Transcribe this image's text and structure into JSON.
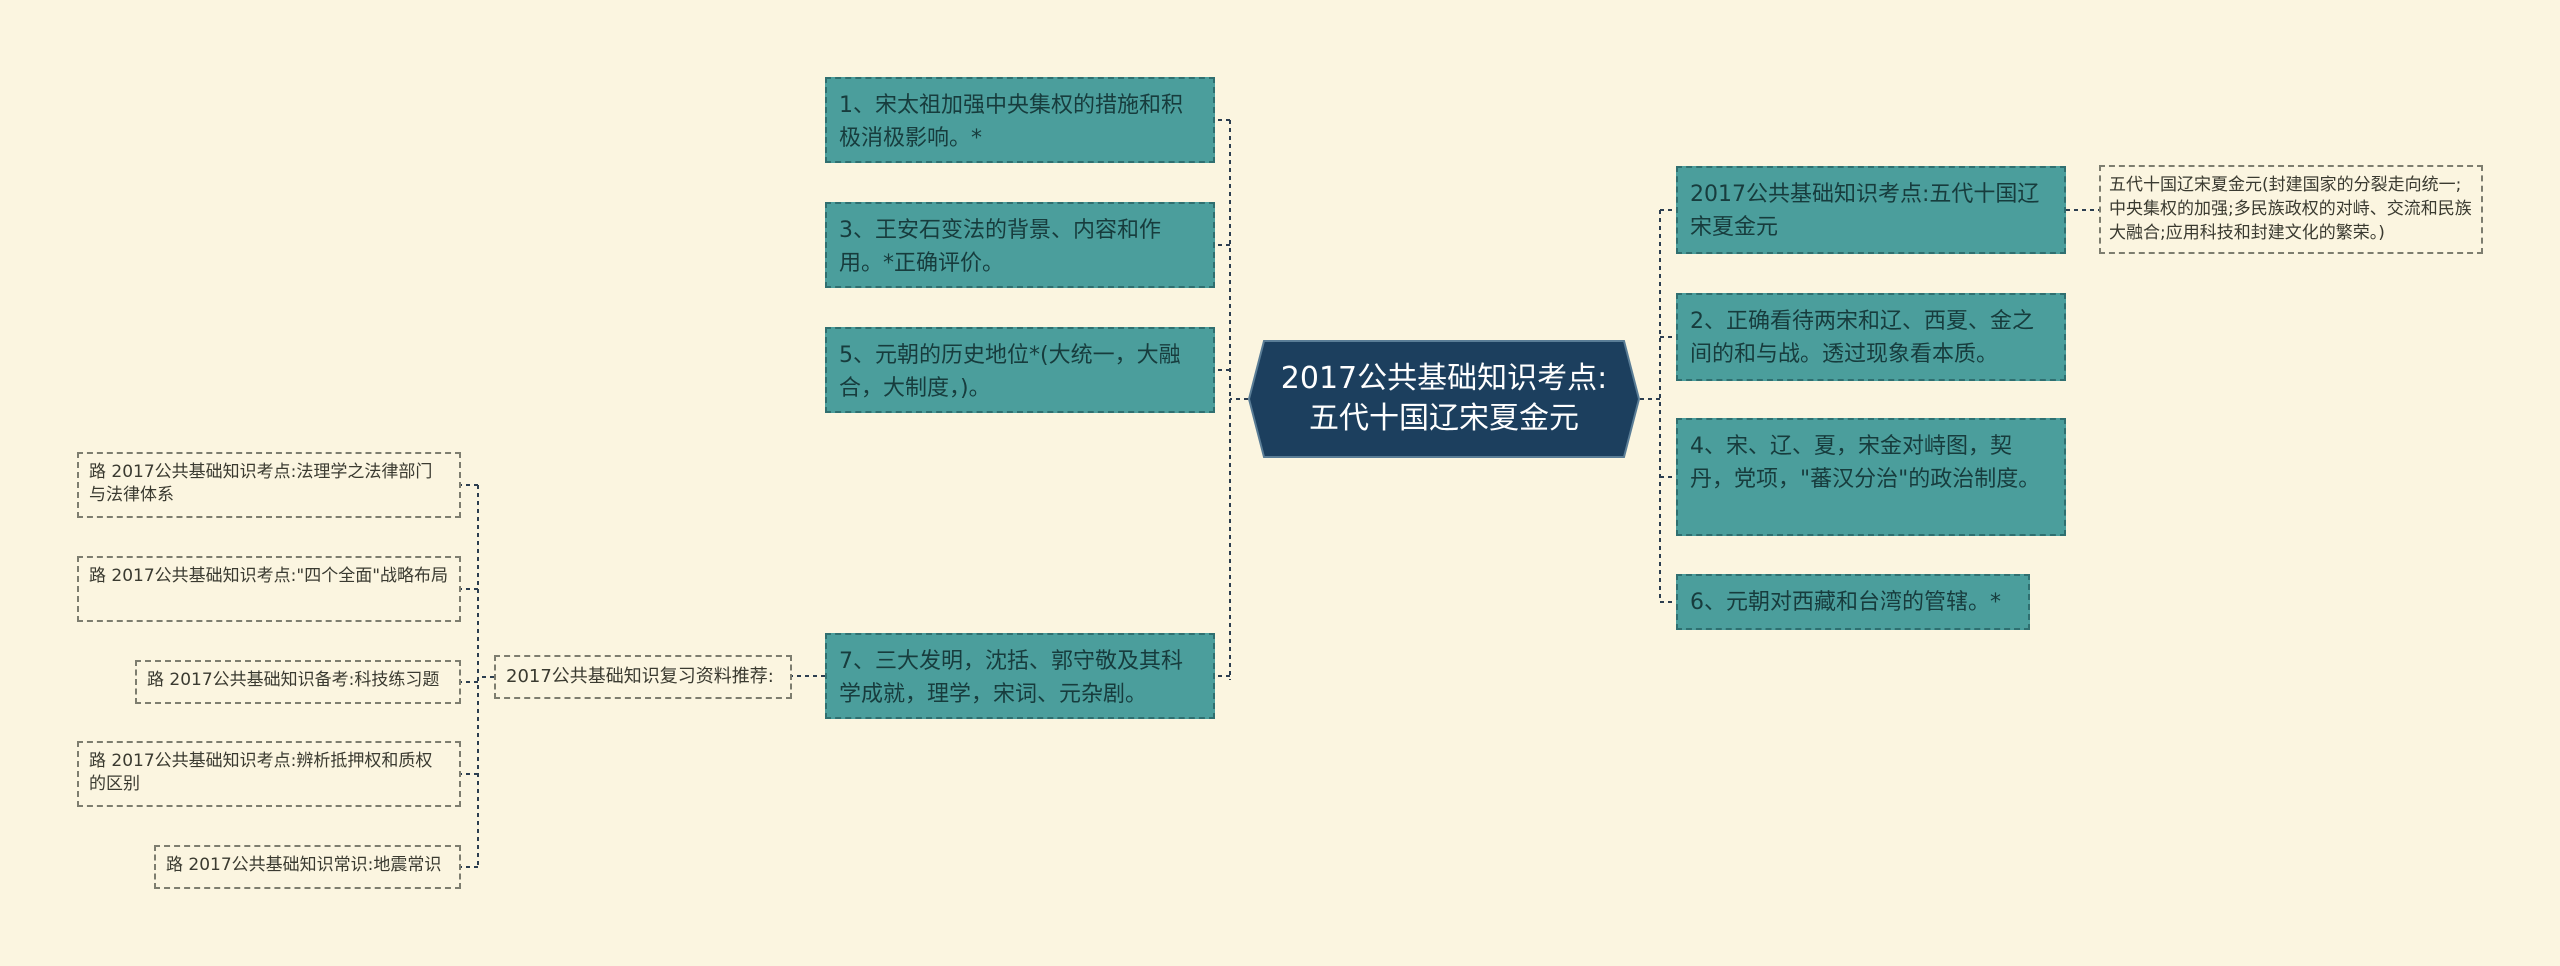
{
  "center": {
    "title": "2017公共基础知识考点:五代十国辽宋夏金元"
  },
  "left_nodes": [
    "1、宋太祖加强中央集权的措施和积极消极影响。*",
    "3、王安石变法的背景、内容和作用。*正确评价。",
    "5、元朝的历史地位*(大统一，大融合，大制度，)。",
    "7、三大发明，沈括、郭守敬及其科学成就，理学，宋词、元杂剧。"
  ],
  "right_nodes": [
    "2017公共基础知识考点:五代十国辽宋夏金元",
    "2、正确看待两宋和辽、西夏、金之间的和与战。透过现象看本质。",
    "4、宋、辽、夏，宋金对峙图，契丹，党项，\"蕃汉分治\"的政治制度。",
    "6、元朝对西藏和台湾的管辖。*"
  ],
  "right_detail": "五代十国辽宋夏金元(封建国家的分裂走向统一;中央集权的加强;多民族政权的对峙、交流和民族大融合;应用科技和封建文化的繁荣。)",
  "recommend": {
    "label": "2017公共基础知识复习资料推荐:",
    "items": [
      "路 2017公共基础知识考点:法理学之法律部门与法律体系",
      "路 2017公共基础知识考点:\"四个全面\"战略布局",
      "路 2017公共基础知识备考:科技练习题",
      "路 2017公共基础知识考点:辨析抵押权和质权的区别",
      "路 2017公共基础知识常识:地震常识"
    ]
  },
  "colors": {
    "background": "#fbf5e0",
    "center_fill": "#1c3f5e",
    "teal_fill": "#4b9e9c",
    "line": "#2c3e50"
  }
}
